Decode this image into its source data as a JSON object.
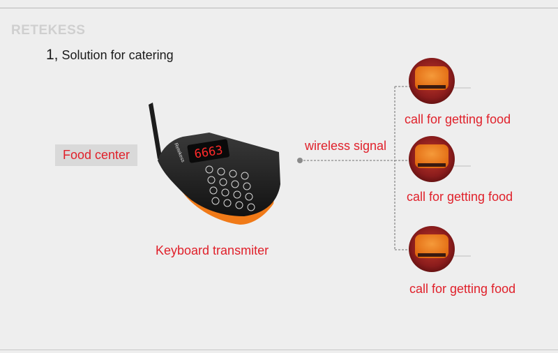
{
  "brand": {
    "logo_text": "RETEKESS"
  },
  "heading": {
    "number": "1,",
    "text": "Solution for catering"
  },
  "left": {
    "source_label": "Food center",
    "device_label": "Keyboard transmiter"
  },
  "transmitter": {
    "display_digits": "6663",
    "brand_text": "Retekess"
  },
  "signal": {
    "label": "wireless signal"
  },
  "pagers": [
    {
      "label": "call for getting food"
    },
    {
      "label": "call for getting food"
    },
    {
      "label": "call for getting food"
    }
  ],
  "colors": {
    "accent_red": "#e0202a",
    "pager_orange": "#f07a18",
    "pager_rim": "#8a1c1c"
  }
}
